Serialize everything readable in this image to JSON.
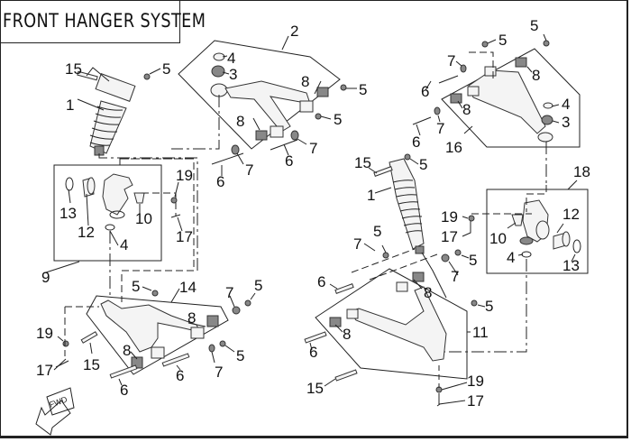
{
  "title": "FRONT HANGER SYSTEM",
  "fwd_label": "FWD",
  "callouts": {
    "left_shock": {
      "shock": "1",
      "bolt": "15",
      "nut": "5"
    },
    "upper_arm_left": {
      "assembly": "2",
      "boot": "4",
      "ball_joint": "3",
      "bushing_a": "8",
      "bushing_b": "8",
      "nut_a": "5",
      "nut_b": "5",
      "washer_a": "7",
      "washer_b": "7",
      "bolt_a": "6",
      "bolt_b": "6"
    },
    "knuckle_left": {
      "assembly": "9",
      "circlip": "13",
      "bearing": "12",
      "ball_joint": "10",
      "oring": "4",
      "nut": "19",
      "pin": "17"
    },
    "lower_arm_left": {
      "assembly": "14",
      "nut_top": "5",
      "washer_a": "7",
      "nut_a": "5",
      "bushing_a": "8",
      "bushing_b": "8",
      "washer_b": "7",
      "nut_b": "5",
      "bolt_a": "6",
      "bolt_b": "6",
      "bolt_c": "15",
      "nut_c": "19",
      "pin": "17"
    },
    "upper_arm_right": {
      "assembly": "16",
      "nut_a": "5",
      "nut_b": "5",
      "washer_a": "7",
      "washer_b": "7",
      "bolt_a": "6",
      "bolt_b": "6",
      "bushing_a": "8",
      "bushing_b": "8",
      "boot": "4",
      "ball_joint": "3"
    },
    "right_shock": {
      "shock": "1",
      "bolt": "15",
      "nut": "5"
    },
    "knuckle_right": {
      "assembly": "18",
      "nut": "19",
      "pin": "17",
      "ball_joint": "10",
      "oring": "4",
      "bearing": "12",
      "circlip": "13"
    },
    "lower_arm_right": {
      "assembly": "11",
      "nut_a": "5",
      "washer_a": "7",
      "nut_b": "5",
      "washer_b": "7",
      "bolt_a": "6",
      "bolt_b": "6",
      "bushing_a": "8",
      "bushing_b": "8",
      "nut_c": "5",
      "bolt_c": "15",
      "nut_d": "19",
      "pin": "17"
    }
  }
}
